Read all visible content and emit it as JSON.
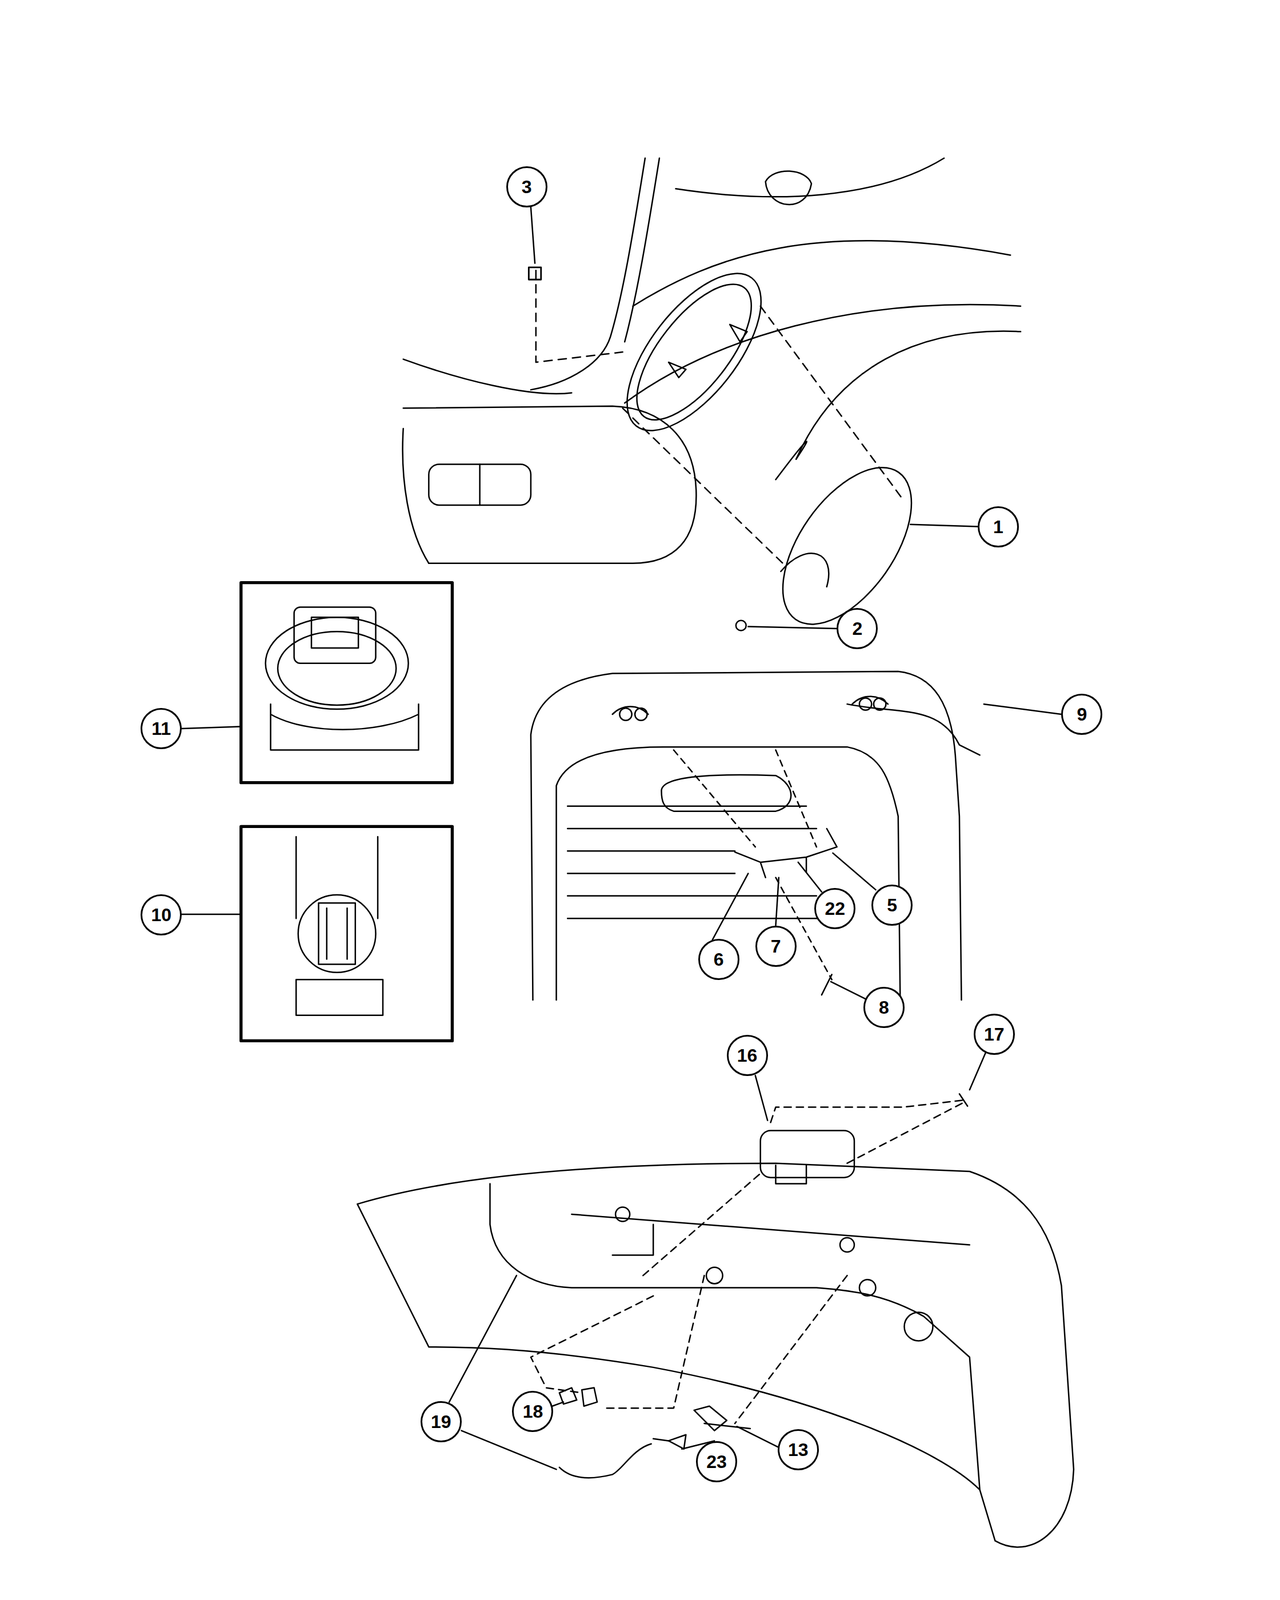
{
  "diagram": {
    "nodes": [
      {
        "text": [
          "3"
        ]
      },
      {
        "text": [
          "1"
        ]
      },
      {
        "text": [
          "2"
        ]
      },
      {
        "text": [
          "9"
        ]
      },
      {
        "text": [
          "11"
        ]
      },
      {
        "text": [
          "10"
        ]
      },
      {
        "text": [
          "5"
        ]
      },
      {
        "text": [
          "22"
        ]
      },
      {
        "text": [
          "7"
        ]
      },
      {
        "text": [
          "6"
        ]
      },
      {
        "text": [
          "8"
        ]
      },
      {
        "text": [
          "17"
        ]
      },
      {
        "text": [
          "16"
        ]
      },
      {
        "text": [
          "13"
        ]
      },
      {
        "text": [
          "18"
        ]
      },
      {
        "text": [
          "19"
        ]
      },
      {
        "text": [
          "23"
        ]
      }
    ]
  }
}
